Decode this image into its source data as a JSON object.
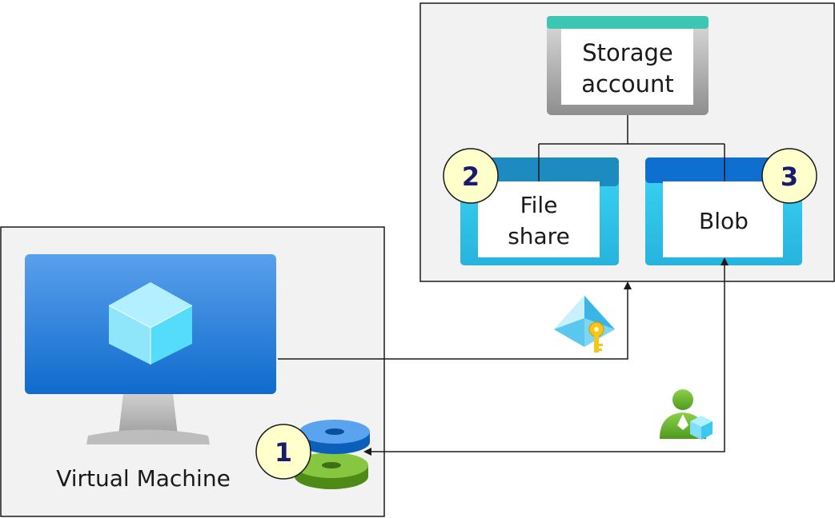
{
  "diagram": {
    "vm_label": "Virtual Machine",
    "storage_label_line1": "Storage",
    "storage_label_line2": "account",
    "fileshare_label_line1": "File",
    "fileshare_label_line2": "share",
    "blob_label": "Blob",
    "badges": [
      "1",
      "2",
      "3"
    ],
    "icons": {
      "vm": "virtual-machine-icon",
      "disk": "managed-disk-icon",
      "key": "active-directory-key-icon",
      "identity": "managed-identity-icon"
    },
    "colors": {
      "panel_bg": "#f2f2f2",
      "storage_header": "#3dc6b2",
      "fileshare_header": "#1d8bbf",
      "blob_header": "#0f6fd0",
      "badge_fill": "#ffffcc",
      "cyan": "#32c8ec"
    }
  }
}
